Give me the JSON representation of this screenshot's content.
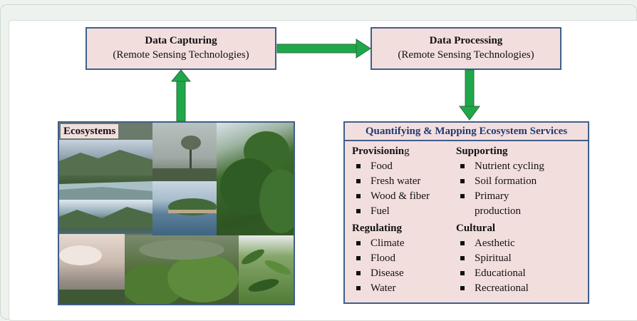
{
  "capture": {
    "title": "Data Capturing",
    "subtitle": "(Remote Sensing Technologies)"
  },
  "process": {
    "title": "Data Processing",
    "subtitle": "(Remote Sensing Technologies)"
  },
  "ecosystems": {
    "label": "Ecosystems"
  },
  "services": {
    "title": "Quantifying & Mapping Ecosystem Services",
    "provisioning": {
      "heading_main": "Provisionin",
      "heading_tail": "g",
      "items": [
        "Food",
        "Fresh water",
        "Wood & fiber",
        "Fuel"
      ]
    },
    "regulating": {
      "heading": "Regulating",
      "items": [
        "Climate",
        "Flood",
        "Disease",
        "Water"
      ]
    },
    "supporting": {
      "heading": "Supporting",
      "items": [
        "Nutrient cycling",
        "Soil formation",
        "Primary"
      ],
      "continuation": "production"
    },
    "cultural": {
      "heading": "Cultural",
      "items": [
        "Aesthetic",
        "Spiritual",
        "Educational",
        "Recreational"
      ]
    }
  },
  "colors": {
    "box_fill": "#f3dede",
    "box_border": "#3f5f8a",
    "arrow": "#1fa84a",
    "title_blue": "#1f3b73"
  }
}
